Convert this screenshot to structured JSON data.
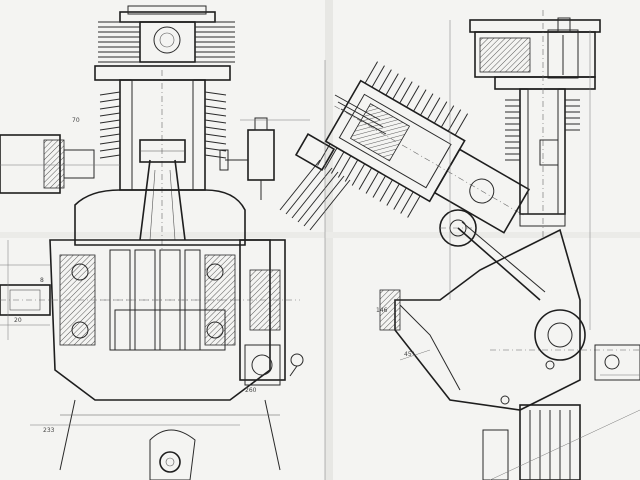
{
  "drawing": {
    "dimension_labels": [
      {
        "id": "d-left-1",
        "text": "70"
      },
      {
        "id": "d-left-2",
        "text": "8"
      },
      {
        "id": "d-left-3",
        "text": "20"
      },
      {
        "id": "d-bottom-1",
        "text": "233"
      },
      {
        "id": "d-bottom-2",
        "text": "260"
      },
      {
        "id": "d-right-1",
        "text": "45°"
      },
      {
        "id": "d-right-2",
        "text": "146"
      }
    ]
  }
}
